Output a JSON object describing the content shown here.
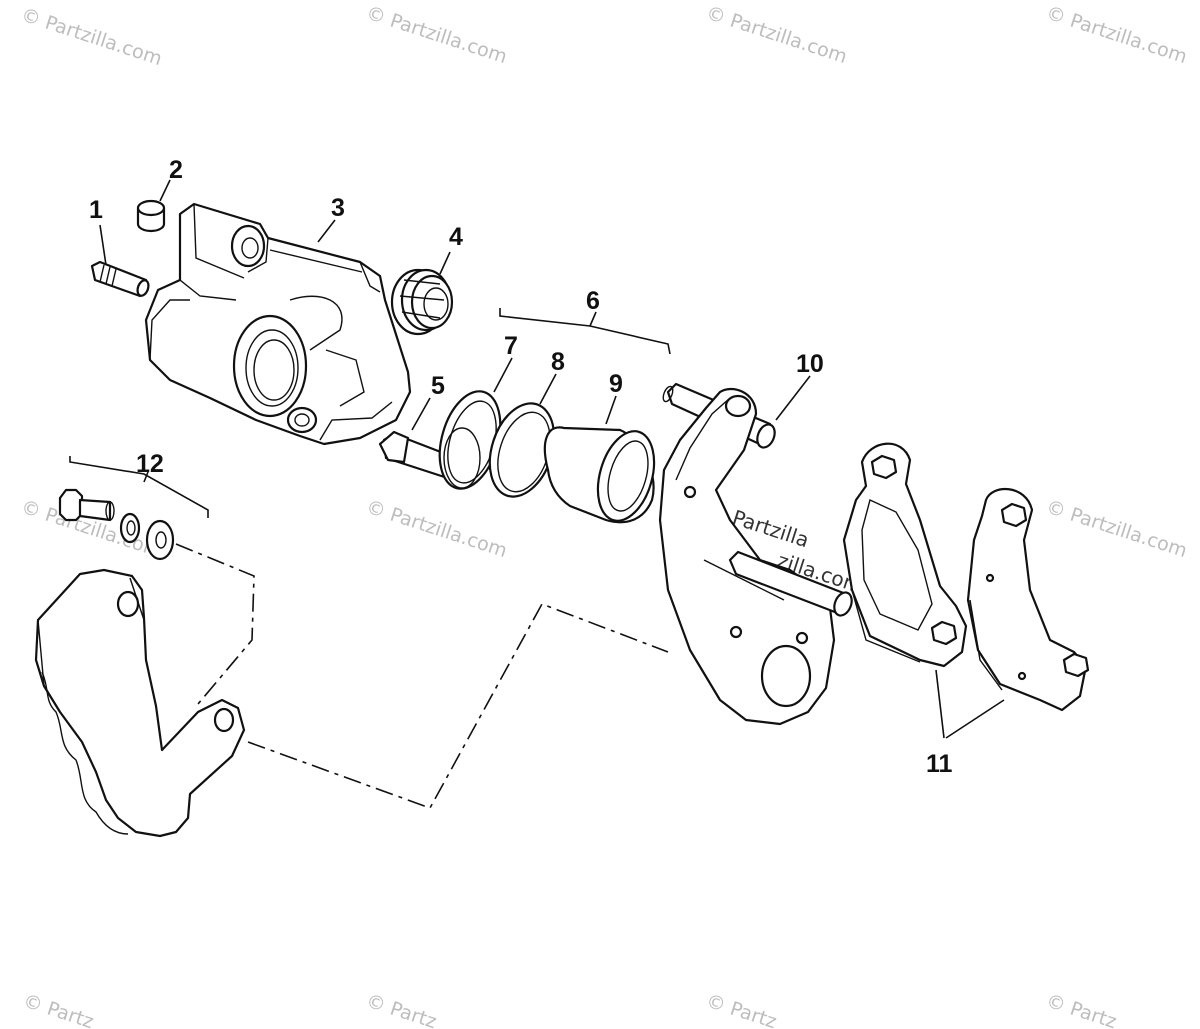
{
  "callouts": {
    "c1": "1",
    "c2": "2",
    "c3": "3",
    "c4": "4",
    "c5": "5",
    "c6": "6",
    "c7": "7",
    "c8": "8",
    "c9": "9",
    "c10": "10",
    "c11": "11",
    "c12": "12"
  },
  "watermark": {
    "text": "© Partzilla.com",
    "center_line1": "© Partzilla",
    "center_line2": "zilla.com",
    "bottom_text": "© Partz"
  },
  "colors": {
    "ink": "#111111",
    "watermark": "#bdbdbd",
    "background": "#ffffff"
  }
}
